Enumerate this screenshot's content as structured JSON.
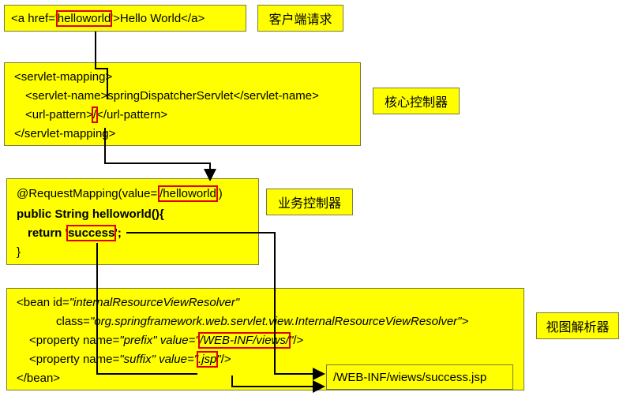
{
  "link": {
    "pre": "<a href='",
    "hl": "helloworld",
    "post": "'>Hello World</a>"
  },
  "label_client": "客户端请求",
  "mapping": {
    "l1": "<servlet-mapping>",
    "l2": "<servlet-name>springDispatcherServlet</servlet-name>",
    "l3_pre": "<url-pattern>",
    "l3_hl": "/",
    "l3_post": "</url-pattern>",
    "l4": "</servlet-mapping>"
  },
  "label_core": "核心控制器",
  "controller": {
    "l1_pre": "@RequestMapping(value='",
    "l1_hl": "/helloworld",
    "l1_post": "')",
    "l2": "public String helloworld(){",
    "l3_pre": "return '",
    "l3_hl": "success",
    "l3_post": "';",
    "l4": "}"
  },
  "label_business": "业务控制器",
  "bean": {
    "l1_pre": "<bean id=",
    "l1_val": "\"internalResourceViewResolver\"",
    "l2_pre": "class=",
    "l2_val": "\"org.springframework.web.servlet.view.InternalResourceViewResolver\">",
    "l3_pre": "<property name=",
    "l3_name": "\"prefix\"",
    "l3_mid": " value=",
    "l3_q1": "\"",
    "l3_hl": "/WEB-INF/views/",
    "l3_q2": "\"",
    "l3_post": "/>",
    "l4_pre": "<property name=",
    "l4_name": "\"suffix\"",
    "l4_mid": " value=",
    "l4_q1": "\"",
    "l4_hl": ".jsp",
    "l4_q2": "\"",
    "l4_post": "/>",
    "l5": "</bean>"
  },
  "label_view": "视图解析器",
  "result": "/WEB-INF/wiews/success.jsp",
  "colors": {
    "box": "#ffff00",
    "highlight": "#e00000",
    "arrow": "#000000"
  }
}
